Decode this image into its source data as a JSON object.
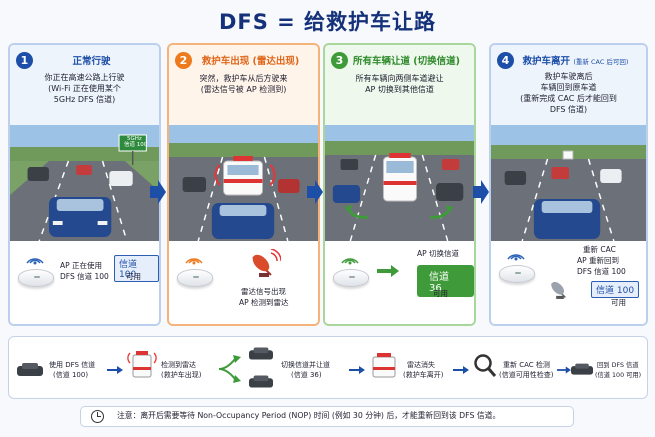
{
  "title": "DFS = 给救护车让路",
  "colors": {
    "navy": "#14317a",
    "blue": "#1e4fa8",
    "orange": "#ee7a1e",
    "green": "#3f9b3a"
  },
  "panels": [
    {
      "num": "1",
      "title": "正常行驶",
      "title_note": "",
      "desc": [
        "你正在高速公路上行驶",
        "(Wi-Fi 正在使用某个",
        "5GHz DFS 信道)"
      ],
      "sign": [
        "5GHz",
        "信道 100"
      ],
      "bottom": [
        "AP 正在使用",
        "DFS 信道 100"
      ],
      "badge": "信道 100",
      "badge_sub": "可用"
    },
    {
      "num": "2",
      "title": "救护车出现 (雷达出现)",
      "title_note": "",
      "desc": [
        "突然，救护车从后方驶来",
        "(雷达信号被 AP 检测到)"
      ],
      "bottom": [
        "雷达信号出现",
        "AP 检测到雷达"
      ]
    },
    {
      "num": "3",
      "title": "所有车辆让道 (切换信道)",
      "title_note": "",
      "desc": [
        "所有车辆向两侧车道避让",
        "AP 切换到其他信道"
      ],
      "bottom": [
        "AP 切换信道"
      ],
      "badge": "信道 36",
      "badge_sub": "可用"
    },
    {
      "num": "4",
      "title": "救护车离开",
      "title_note": "(重新 CAC 后可回)",
      "desc": [
        "救护车驶离后",
        "车辆回到原车道",
        "(重新完成 CAC 后才能回到",
        "DFS 信道)"
      ],
      "bottom": [
        "重新 CAC",
        "AP 重新回到",
        "DFS 信道 100"
      ],
      "badge": "信道 100",
      "badge_sub": "可用"
    }
  ],
  "flow": [
    {
      "label": [
        "使用 DFS 信道",
        "(信道 100)"
      ]
    },
    {
      "label": [
        "检测到雷达",
        "(救护车出现)"
      ]
    },
    {
      "label": [
        "切换信道并让道",
        "(信道 36)"
      ]
    },
    {
      "label": [
        "雷达消失",
        "(救护车离开)"
      ]
    },
    {
      "label": [
        "重新 CAC 检测",
        "(信道可用性检查)"
      ]
    },
    {
      "label": [
        "回到 DFS 信道",
        "(信道 100 可用)"
      ]
    }
  ],
  "note": "注意：离开后需要等待 Non-Occupancy Period (NOP) 时间 (例如 30 分钟) 后，才能重新回到该 DFS 信道。"
}
